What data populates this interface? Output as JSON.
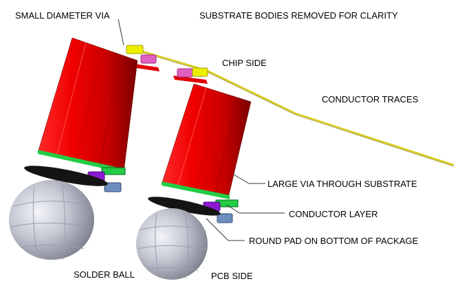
{
  "labels": {
    "small_via": "SMALL DIAMETER VIA",
    "substrate_removed": "SUBSTRATE BODIES REMOVED FOR CLARITY",
    "chip_side": "CHIP SIDE",
    "conductor_traces": "CONDUCTOR TRACES",
    "large_via": "LARGE VIA THROUGH SUBSTRATE",
    "conductor_layer": "CONDUCTOR LAYER",
    "round_pad": "ROUND PAD ON BOTTOM OF PACKAGE",
    "solder_ball": "SOLDER BALL",
    "pcb_side": "PCB SIDE"
  },
  "colors": {
    "via_red": "#e60000",
    "conductor_green": "#22cc44",
    "small_via_yellow": "#eeee00",
    "pad_pink": "#e060c0",
    "trace_yellow": "#d4c800",
    "pad_purple": "#8a1ad0",
    "pad_blue": "#6d8fc0",
    "round_pad_black": "#141414",
    "ball_gray": "#b8bcc8"
  }
}
